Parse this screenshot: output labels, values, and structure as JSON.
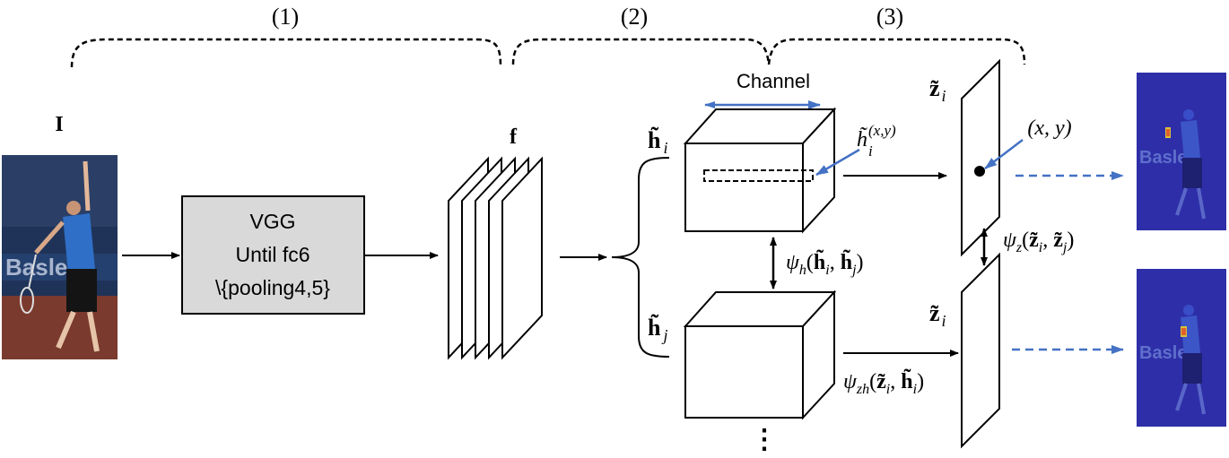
{
  "stages": [
    {
      "label": "(1)"
    },
    {
      "label": "(2)"
    },
    {
      "label": "(3)"
    }
  ],
  "input": {
    "label": "I"
  },
  "vgg": {
    "title": "VGG",
    "line2": "Until fc6",
    "line3": "\\{pooling4,5}"
  },
  "features": {
    "label": "f"
  },
  "branch_top": {
    "label": "h̃"
  },
  "branch_top_sub": {
    "label": "i"
  },
  "branch_bottom": {
    "label": "h̃"
  },
  "branch_bottom_sub": {
    "label": "j"
  },
  "channel": {
    "label": "Channel"
  },
  "hvec": {
    "label": "h̃",
    "sub": "i",
    "sup": "(x,y)"
  },
  "psi_h": {
    "label": "ψ",
    "sub": "h",
    "args_open": "(",
    "a": "h̃",
    "a_sub": "i",
    "comma": ", ",
    "b": "h̃",
    "b_sub": "j",
    "args_close": ")"
  },
  "psi_zh": {
    "label": "ψ",
    "sub": "zh",
    "args_open": "(",
    "a": "z̃",
    "a_sub": "i",
    "comma": ", ",
    "b": "h̃",
    "b_sub": "i",
    "args_close": ")"
  },
  "psi_z": {
    "label": "ψ",
    "sub": "z",
    "args_open": "(",
    "a": "z̃",
    "a_sub": "i",
    "comma": ", ",
    "b": "z̃",
    "b_sub": "j",
    "args_close": ")"
  },
  "z_top": {
    "label": "z̃",
    "sub": "i"
  },
  "z_bottom": {
    "label": "z̃",
    "sub": "i"
  },
  "point": {
    "label": "(x, y)"
  },
  "ellipsis": {
    "label": "⋮"
  },
  "colors": {
    "accent_blue": "#4472C4",
    "vgg_fill": "#D9D9D9",
    "heatmap_bg": "#2E2FA8"
  },
  "icons": {
    "input_photo": "tennis-player-photo",
    "heatmap_top": "heatmap-photo",
    "heatmap_bottom": "heatmap-photo"
  }
}
